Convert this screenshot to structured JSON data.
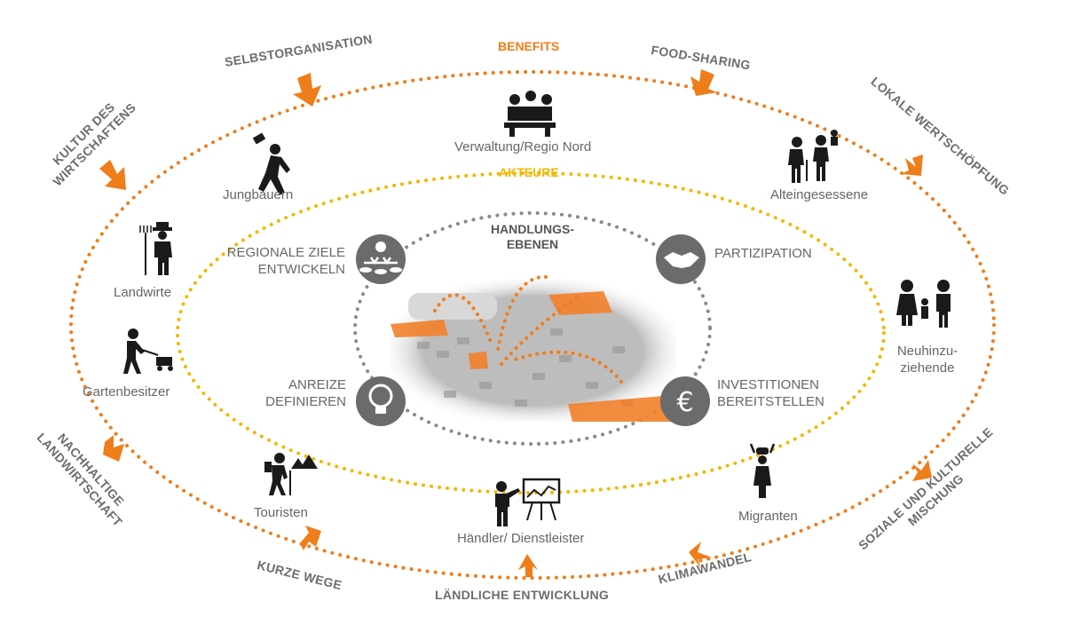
{
  "titles": {
    "benefits": "BENEFITS",
    "akteure": "AKTEURE",
    "handlungsebenen_line1": "HANDLUNGS-",
    "handlungsebenen_line2": "EBENEN"
  },
  "benefits": {
    "selbstorganisation": "SELBSTORGANISATION",
    "food_sharing": "FOOD-SHARING",
    "kultur_line1": "KULTUR DES",
    "kultur_line2": "WIRTSCHAFTENS",
    "lokale": "LOKALE WERTSCHÖPFUNG",
    "nachhaltige_line1": "NACHHALTIGE",
    "nachhaltige_line2": "LANDWIRTSCHAFT",
    "soziale_line1": "SOZIALE UND KULTURELLE",
    "soziale_line2": "MISCHUNG",
    "kurze_wege": "KURZE WEGE",
    "laendliche": "LÄNDLICHE ENTWICKLUNG",
    "klimawandel": "KLIMAWANDEL"
  },
  "actors": {
    "verwaltung": "Verwaltung/Regio Nord",
    "jungbauern": "Jungbauern",
    "alteingesessene": "Alteingesessene",
    "landwirte": "Landwirte",
    "gartenbesitzer": "Gartenbesitzer",
    "neuhinzu_line1": "Neuhinzu-",
    "neuhinzu_line2": "ziehende",
    "touristen": "Touristen",
    "haendler": "Händler/ Dienstleister",
    "migranten": "Migranten"
  },
  "levels": {
    "regionale_line1": "REGIONALE ZIELE",
    "regionale_line2": "ENTWICKELN",
    "partizipation": "PARTIZIPATION",
    "anreize_line1": "ANREIZE",
    "anreize_line2": "DEFINIEREN",
    "investitionen_line1": "INVESTITIONEN",
    "investitionen_line2": "BEREITSTELLEN",
    "euro_symbol": "€"
  },
  "colors": {
    "orange": "#ef7d1a",
    "yellow": "#f2b705",
    "grey_ring": "#8a8a8a",
    "text_grey": "#666666",
    "icon_dark": "#1a1a1a",
    "circle_grey": "#6b6b6b"
  }
}
